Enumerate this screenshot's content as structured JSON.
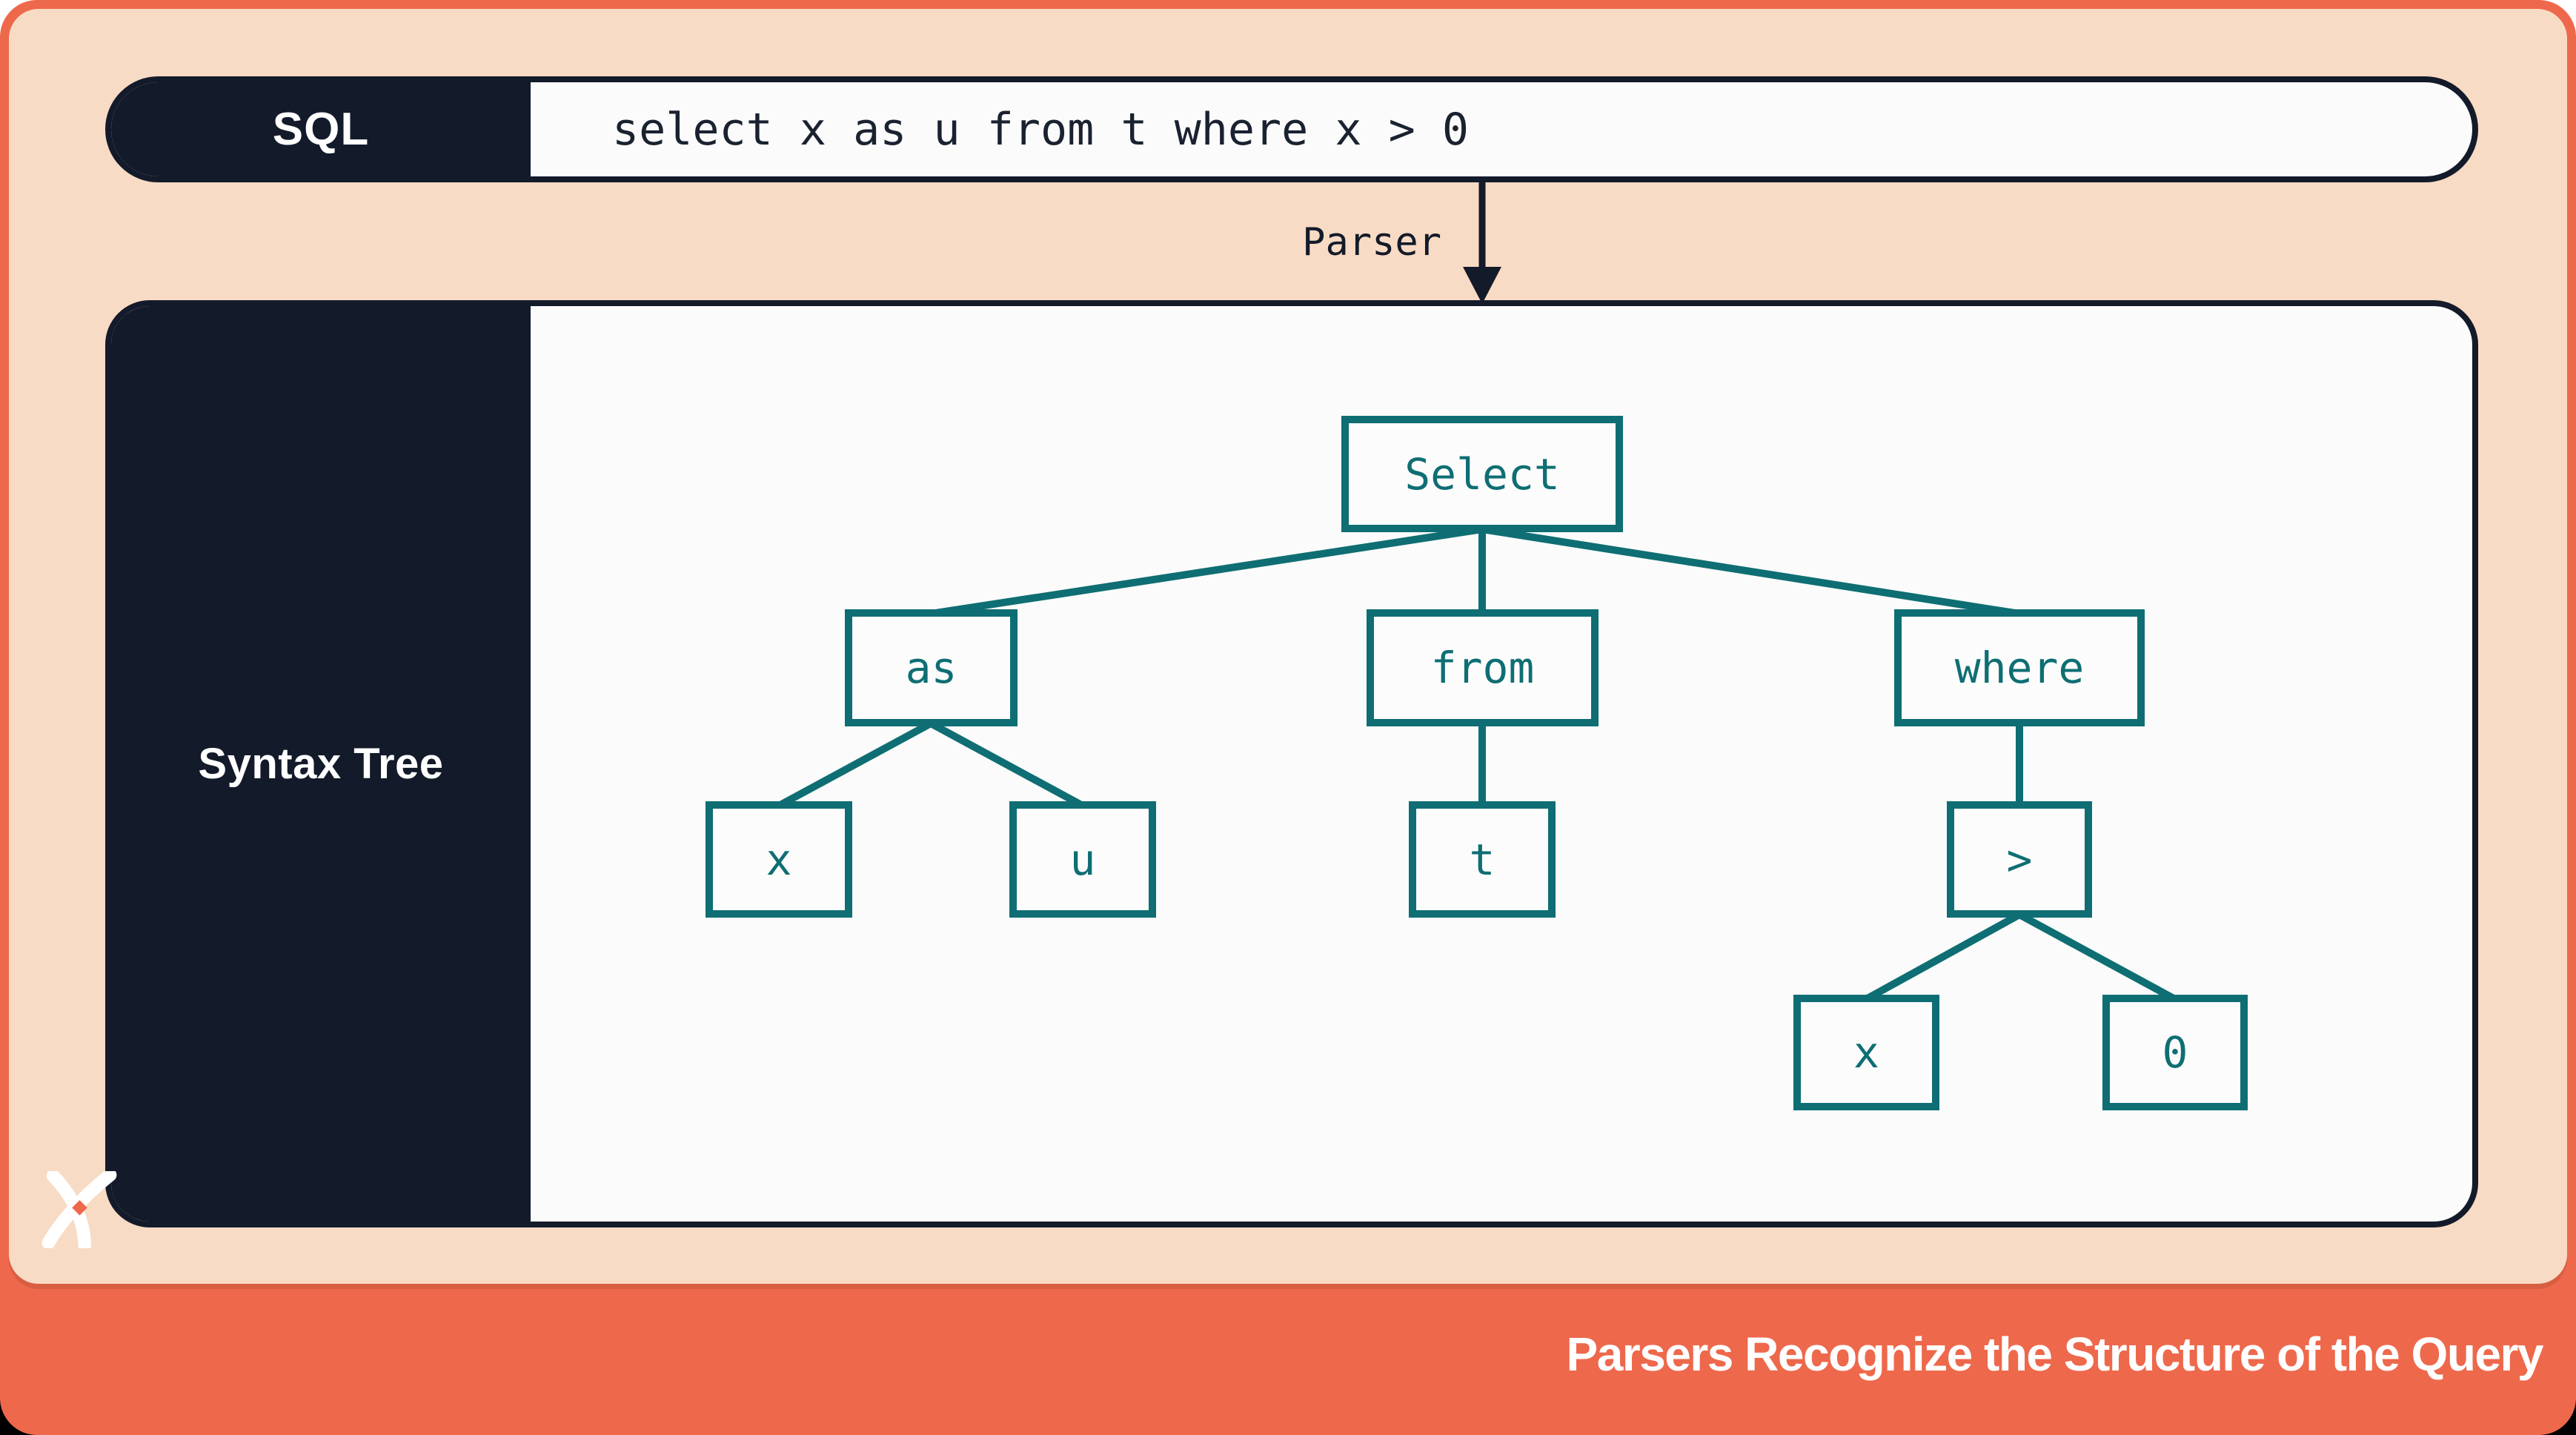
{
  "header": {
    "label": "SQL",
    "query": "select x as u from t where x > 0"
  },
  "parser": {
    "label": "Parser",
    "arrow_icon": "down-arrow-icon"
  },
  "panel": {
    "label": "Syntax Tree"
  },
  "tree": {
    "nodes": [
      {
        "id": "select",
        "label": "Select"
      },
      {
        "id": "as",
        "label": "as"
      },
      {
        "id": "from",
        "label": "from"
      },
      {
        "id": "where",
        "label": "where"
      },
      {
        "id": "x1",
        "label": "x"
      },
      {
        "id": "u",
        "label": "u"
      },
      {
        "id": "t",
        "label": "t"
      },
      {
        "id": "gt",
        "label": ">"
      },
      {
        "id": "x2",
        "label": "x"
      },
      {
        "id": "zero",
        "label": "0"
      }
    ],
    "edges": [
      [
        "select",
        "as"
      ],
      [
        "select",
        "from"
      ],
      [
        "select",
        "where"
      ],
      [
        "as",
        "x1"
      ],
      [
        "as",
        "u"
      ],
      [
        "from",
        "t"
      ],
      [
        "where",
        "gt"
      ],
      [
        "gt",
        "x2"
      ],
      [
        "gt",
        "zero"
      ]
    ]
  },
  "footer": {
    "caption": "Parsers Recognize the Structure of the Query",
    "logo": "x-starburst-logo"
  },
  "colors": {
    "coral": "#EE684C",
    "peach": "#F8DBC4",
    "navy": "#131A2A",
    "teal": "#0E6E73",
    "surface": "#FBFBFB"
  }
}
